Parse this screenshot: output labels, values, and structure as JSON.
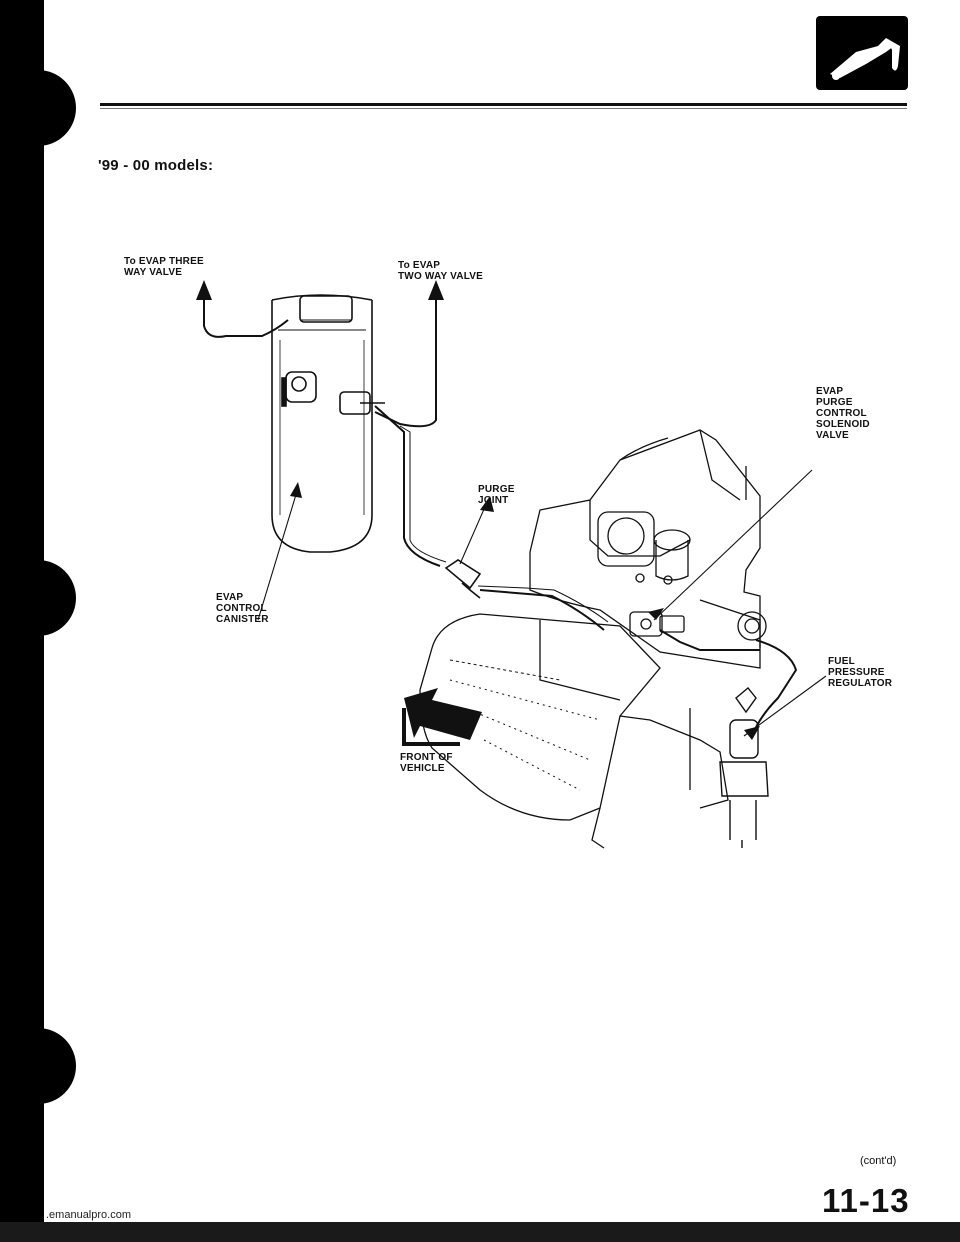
{
  "section_title": "'99 - 00 models:",
  "labels": {
    "three_way": "To EVAP THREE\nWAY VALVE",
    "two_way": "To EVAP\nTWO WAY VALVE",
    "solenoid": "EVAP\nPURGE\nCONTROL\nSOLENOID\nVALVE",
    "purge_joint": "PURGE\nJOINT",
    "canister": "EVAP\nCONTROL\nCANISTER",
    "regulator": "FUEL\nPRESSURE\nREGULATOR",
    "front": "FRONT OF\nVEHICLE"
  },
  "footer": {
    "cont": "(cont'd)",
    "page_number": "11-13",
    "link": ".emanualpro.com"
  },
  "icons": {
    "header": "fuel-nozzle-icon"
  }
}
